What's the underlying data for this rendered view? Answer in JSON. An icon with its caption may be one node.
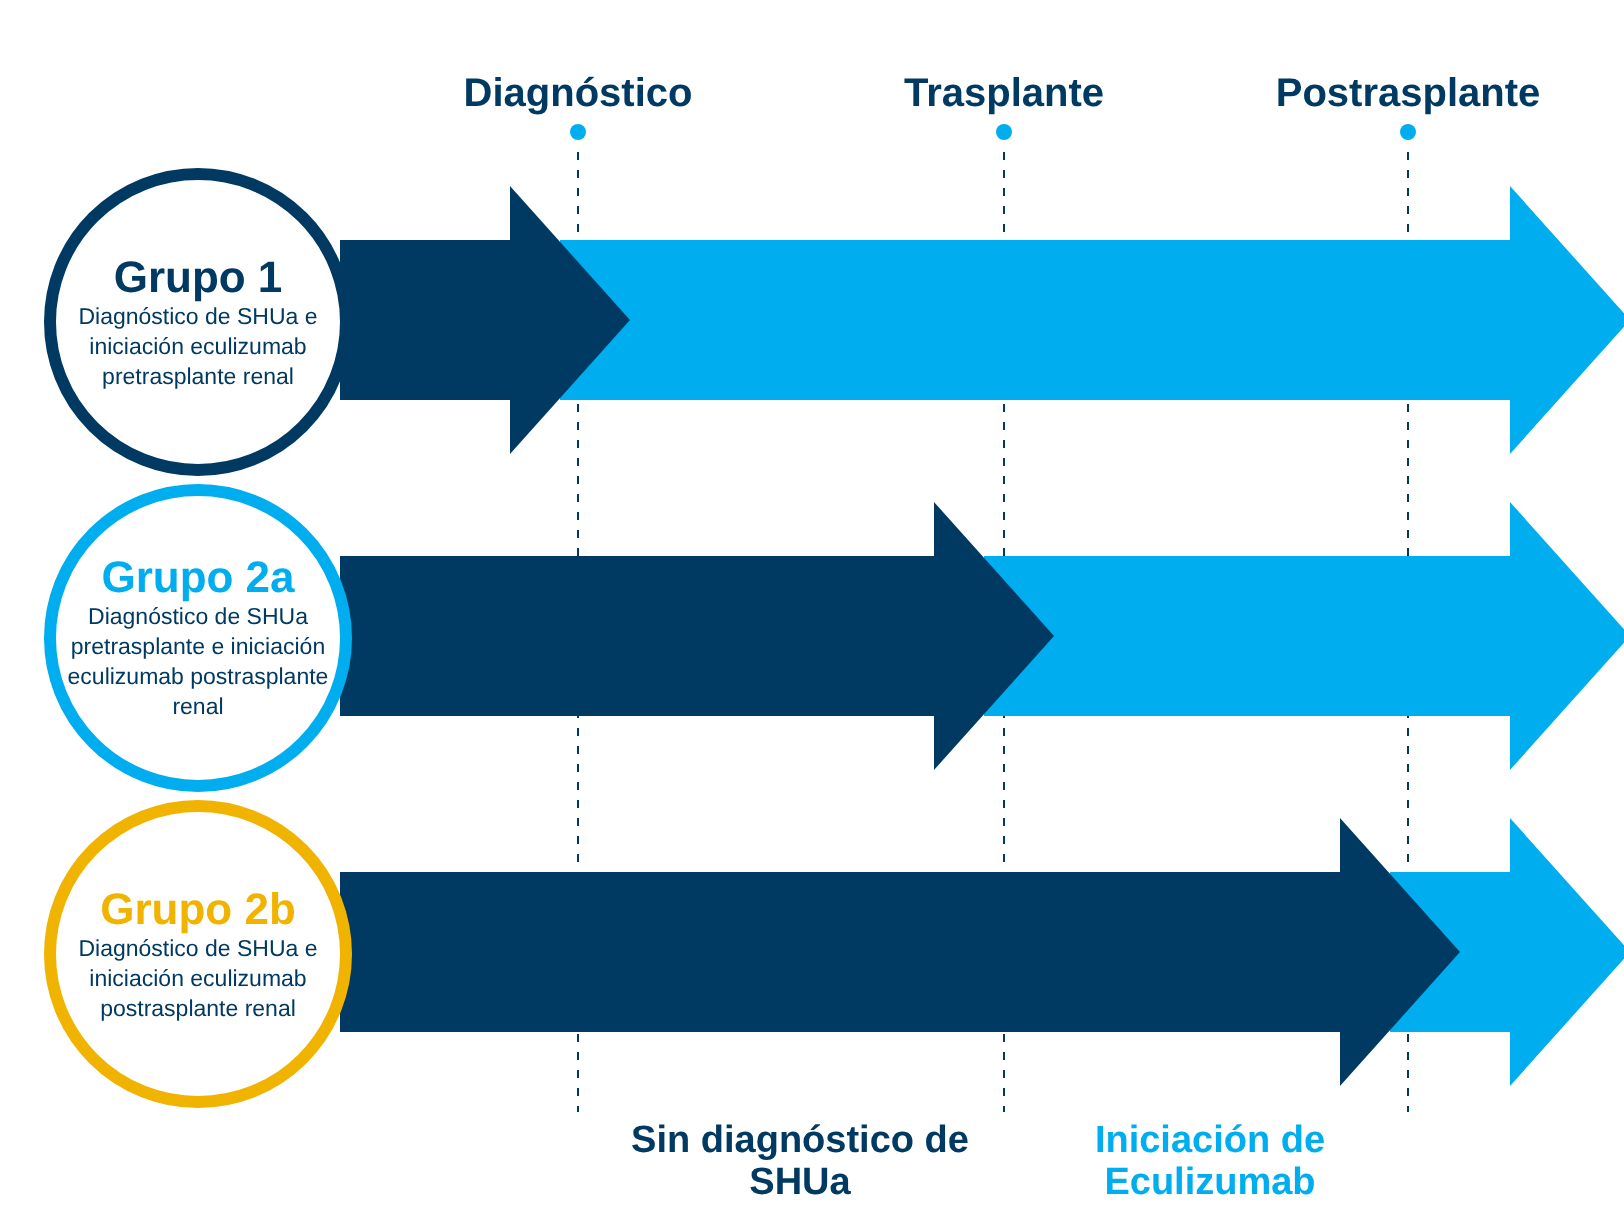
{
  "diagram": {
    "nodes": [
      {
        "text": [
          "Grupo 1",
          "Diagnóstico de SHUa e iniciación eculizumab pretrasplante renal"
        ]
      },
      {
        "text": [
          "Grupo 2a",
          "Diagnóstico de SHUa pretrasplante e iniciación eculizumab postrasplante renal"
        ]
      },
      {
        "text": [
          "Grupo 2b",
          "Diagnóstico de SHUa e iniciación eculizumab postrasplante renal"
        ]
      }
    ],
    "labels": [
      "Diagnóstico",
      "Trasplante",
      "Postrasplante",
      "Sin diagnóstico de SHUa",
      "Iniciación de Eculizumab"
    ]
  }
}
